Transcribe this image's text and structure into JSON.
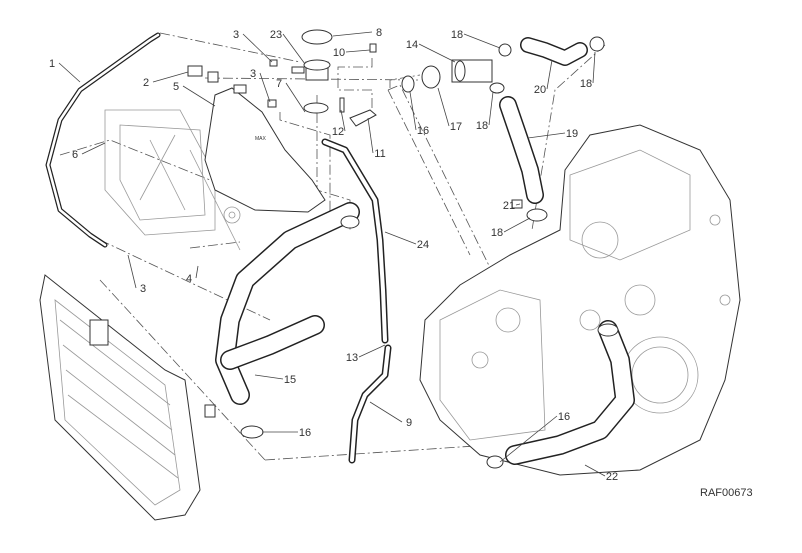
{
  "diagram": {
    "drawing_code": "RAF00673",
    "callouts": [
      "1",
      "2",
      "3",
      "23",
      "8",
      "10",
      "3",
      "7",
      "5",
      "6",
      "12",
      "11",
      "14",
      "18",
      "16",
      "17",
      "18",
      "20",
      "18",
      "19",
      "21",
      "18",
      "24",
      "3",
      "4",
      "13",
      "15",
      "9",
      "16",
      "16",
      "22"
    ],
    "line_color": "#222222"
  }
}
